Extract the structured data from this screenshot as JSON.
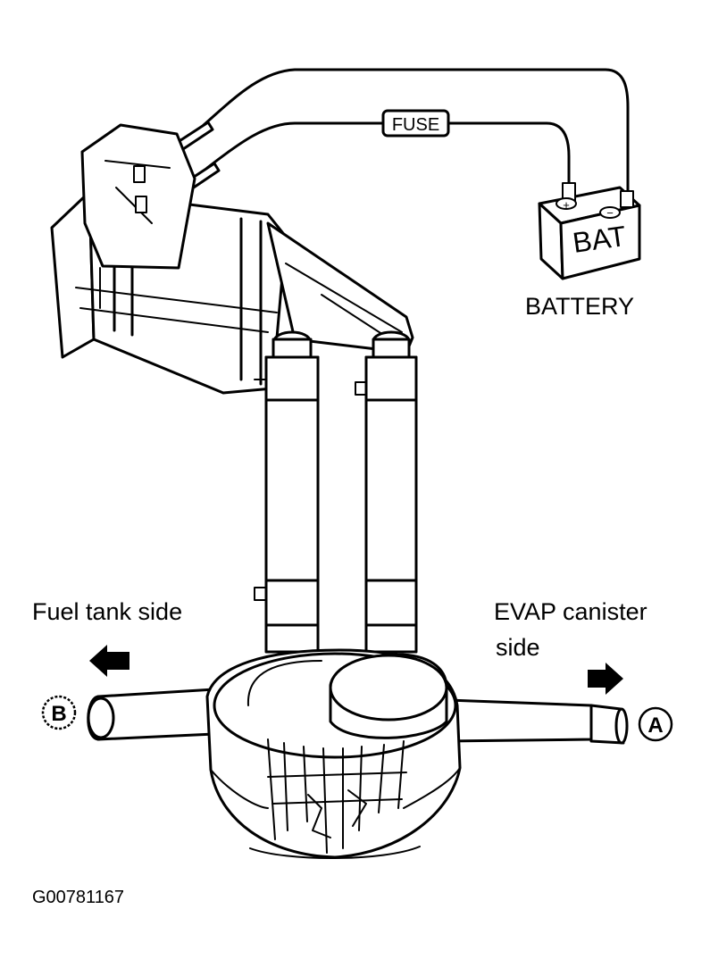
{
  "labels": {
    "fuse": "FUSE",
    "bat": "BAT",
    "battery": "BATTERY",
    "fuel_tank_side": "Fuel tank side",
    "evap_line1": "EVAP canister",
    "evap_line2": "side",
    "port_b": "B",
    "port_a": "A",
    "figure_code": "G00781167"
  },
  "battery_terminals": {
    "positive": "+",
    "negative": "−"
  }
}
